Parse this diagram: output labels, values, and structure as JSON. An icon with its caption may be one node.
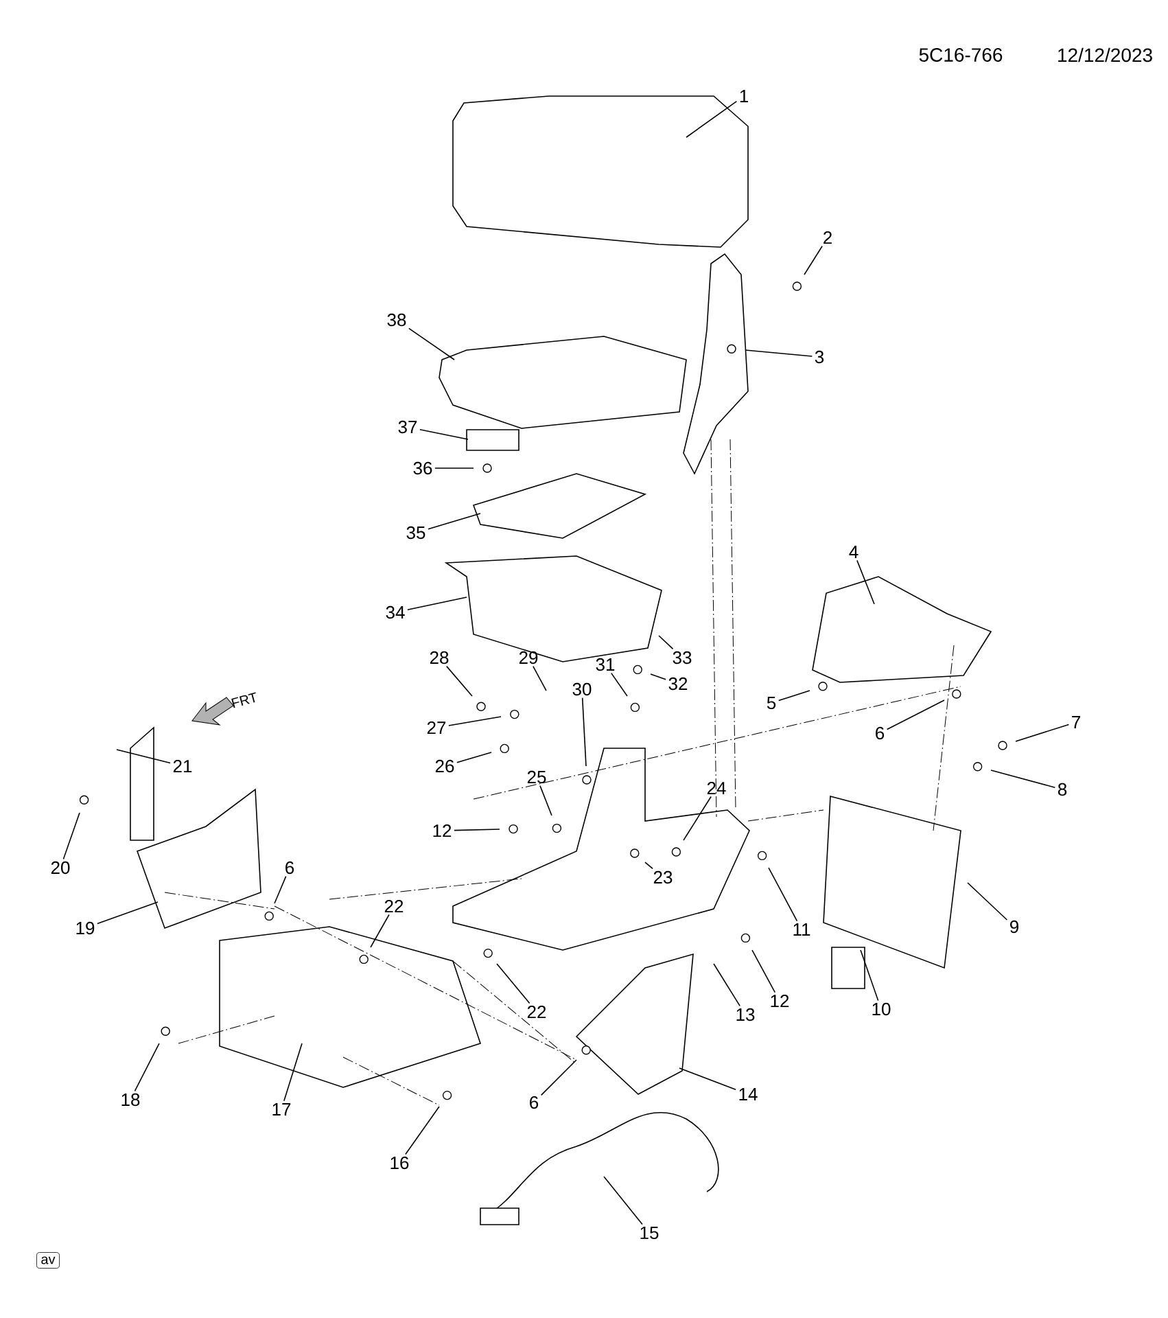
{
  "diagram": {
    "nodes": [
      {
        "text": [
          "1"
        ]
      },
      {
        "text": [
          "2"
        ]
      },
      {
        "text": [
          "3"
        ]
      },
      {
        "text": [
          "4"
        ]
      },
      {
        "text": [
          "5"
        ]
      },
      {
        "text": [
          "6"
        ]
      },
      {
        "text": [
          "7"
        ]
      },
      {
        "text": [
          "8"
        ]
      },
      {
        "text": [
          "9"
        ]
      },
      {
        "text": [
          "10"
        ]
      },
      {
        "text": [
          "11"
        ]
      },
      {
        "text": [
          "12"
        ]
      },
      {
        "text": [
          "13"
        ]
      },
      {
        "text": [
          "14"
        ]
      },
      {
        "text": [
          "15"
        ]
      },
      {
        "text": [
          "16"
        ]
      },
      {
        "text": [
          "17"
        ]
      },
      {
        "text": [
          "18"
        ]
      },
      {
        "text": [
          "19"
        ]
      },
      {
        "text": [
          "20"
        ]
      },
      {
        "text": [
          "21"
        ]
      },
      {
        "text": [
          "22"
        ]
      },
      {
        "text": [
          "22"
        ]
      },
      {
        "text": [
          "23"
        ]
      },
      {
        "text": [
          "24"
        ]
      },
      {
        "text": [
          "25"
        ]
      },
      {
        "text": [
          "26"
        ]
      },
      {
        "text": [
          "27"
        ]
      },
      {
        "text": [
          "28"
        ]
      },
      {
        "text": [
          "29"
        ]
      },
      {
        "text": [
          "30"
        ]
      },
      {
        "text": [
          "31"
        ]
      },
      {
        "text": [
          "32"
        ]
      },
      {
        "text": [
          "33"
        ]
      },
      {
        "text": [
          "34"
        ]
      },
      {
        "text": [
          "35"
        ]
      },
      {
        "text": [
          "36"
        ]
      },
      {
        "text": [
          "37"
        ]
      },
      {
        "text": [
          "38"
        ]
      },
      {
        "text": [
          "6"
        ]
      },
      {
        "text": [
          "6"
        ]
      },
      {
        "text": [
          "12"
        ]
      }
    ],
    "edges": [
      {
        "from": 0,
        "to": null,
        "arrow": "none"
      },
      {
        "from": 1,
        "to": null,
        "arrow": "none"
      },
      {
        "from": 2,
        "to": null,
        "arrow": "none"
      },
      {
        "from": 3,
        "to": null,
        "arrow": "none"
      },
      {
        "from": 4,
        "to": null,
        "arrow": "none"
      },
      {
        "from": 5,
        "to": null,
        "arrow": "none"
      },
      {
        "from": 6,
        "to": null,
        "arrow": "none"
      },
      {
        "from": 7,
        "to": null,
        "arrow": "none"
      },
      {
        "from": 8,
        "to": null,
        "arrow": "none"
      },
      {
        "from": 9,
        "to": null,
        "arrow": "none"
      },
      {
        "from": 10,
        "to": null,
        "arrow": "none"
      },
      {
        "from": 11,
        "to": null,
        "arrow": "none"
      },
      {
        "from": 12,
        "to": null,
        "arrow": "none"
      },
      {
        "from": 13,
        "to": null,
        "arrow": "none"
      },
      {
        "from": 14,
        "to": null,
        "arrow": "none"
      },
      {
        "from": 15,
        "to": null,
        "arrow": "none"
      },
      {
        "from": 16,
        "to": null,
        "arrow": "none"
      },
      {
        "from": 17,
        "to": null,
        "arrow": "none"
      },
      {
        "from": 18,
        "to": null,
        "arrow": "none"
      },
      {
        "from": 19,
        "to": null,
        "arrow": "none"
      },
      {
        "from": 20,
        "to": null,
        "arrow": "none"
      },
      {
        "from": 21,
        "to": null,
        "arrow": "none"
      },
      {
        "from": 22,
        "to": null,
        "arrow": "none"
      },
      {
        "from": 23,
        "to": null,
        "arrow": "none"
      },
      {
        "from": 24,
        "to": null,
        "arrow": "none"
      },
      {
        "from": 25,
        "to": null,
        "arrow": "none"
      },
      {
        "from": 26,
        "to": null,
        "arrow": "none"
      },
      {
        "from": 27,
        "to": null,
        "arrow": "none"
      },
      {
        "from": 28,
        "to": null,
        "arrow": "none"
      },
      {
        "from": 29,
        "to": null,
        "arrow": "none"
      },
      {
        "from": 30,
        "to": null,
        "arrow": "none"
      },
      {
        "from": 31,
        "to": null,
        "arrow": "none"
      },
      {
        "from": 32,
        "to": null,
        "arrow": "none"
      },
      {
        "from": 33,
        "to": null,
        "arrow": "none"
      },
      {
        "from": 34,
        "to": null,
        "arrow": "none"
      },
      {
        "from": 35,
        "to": null,
        "arrow": "none"
      },
      {
        "from": 36,
        "to": null,
        "arrow": "none"
      },
      {
        "from": 37,
        "to": null,
        "arrow": "none"
      },
      {
        "from": 38,
        "to": null,
        "arrow": "none"
      },
      {
        "from": 39,
        "to": null,
        "arrow": "none"
      },
      {
        "from": 40,
        "to": null,
        "arrow": "none"
      },
      {
        "from": 41,
        "to": null,
        "arrow": "none"
      }
    ],
    "labels": [
      "5C16-766",
      "12/12/2023",
      "FRT",
      "av"
    ]
  }
}
